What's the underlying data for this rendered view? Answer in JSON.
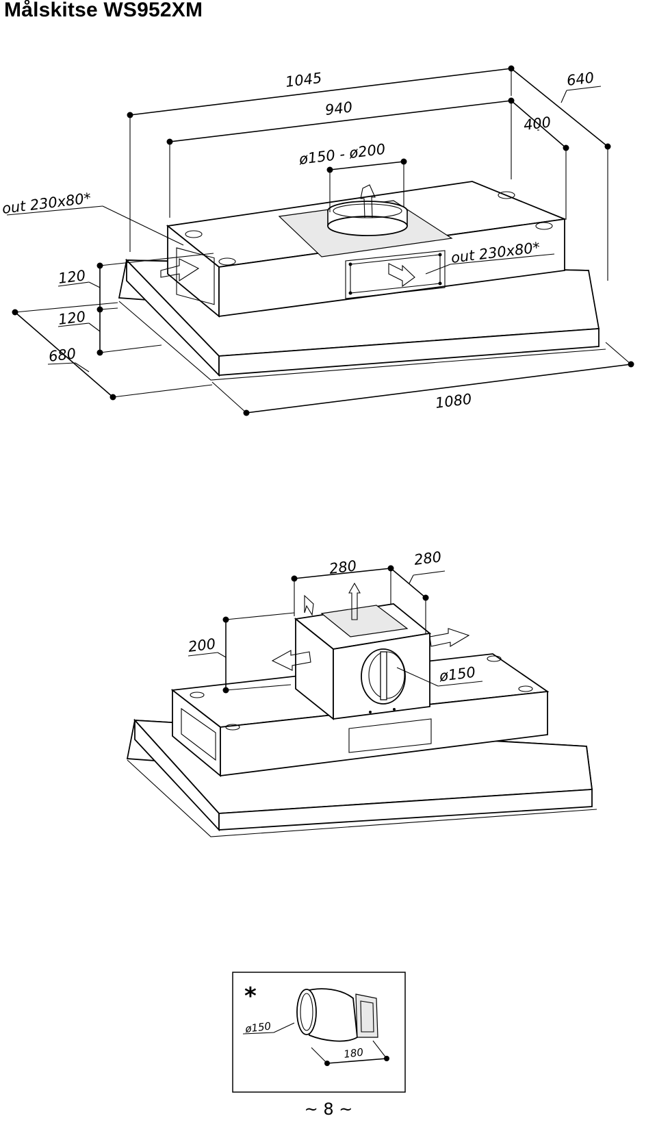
{
  "page": {
    "title": "Målskitse WS952XM",
    "page_number": "~ 8 ~"
  },
  "diagram1": {
    "dim_1045": "1045",
    "dim_940": "940",
    "dim_640": "640",
    "dim_400": "400",
    "dim_duct": "ø150 - ø200",
    "out_left": "out 230x80*",
    "out_right": "out 230x80*",
    "dim_120_top": "120",
    "dim_120_bottom": "120",
    "dim_680": "680",
    "dim_1080": "1080"
  },
  "diagram2": {
    "dim_280_front": "280",
    "dim_280_side": "280",
    "dim_200": "200",
    "dim_150": "ø150"
  },
  "inset": {
    "star": "*",
    "dim_150": "ø150",
    "dim_180": "180"
  }
}
